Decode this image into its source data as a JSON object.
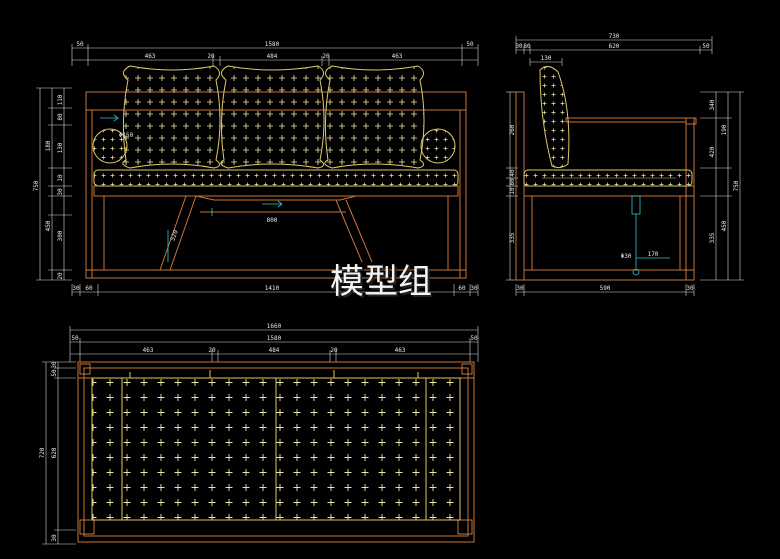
{
  "watermark": "模型组",
  "colors": {
    "background": "#000000",
    "frame": "#c8743a",
    "cushion": "#e0c86a",
    "pattern": "#f0e4a8",
    "dimension": "#d9d9d9",
    "accent": "#2ec4d6"
  },
  "front_view": {
    "top_dims": {
      "overall": "1580",
      "left_margin": "50",
      "right_margin": "50",
      "seg1": "463",
      "gap1": "20",
      "seg2": "484",
      "gap2": "20",
      "seg3": "463"
    },
    "left_dims": [
      "110",
      "80",
      "180",
      "130",
      "10",
      "750",
      "30",
      "450",
      "300",
      "20"
    ],
    "inner_labels": [
      "Φ150",
      "800",
      "520"
    ],
    "bottom_dims": {
      "left_a": "30",
      "left_b": "60",
      "middle": "1410",
      "right_b": "60",
      "right_a": "30"
    }
  },
  "side_view": {
    "top_dims": {
      "overall": "730",
      "left_a": "30",
      "left_b": "80",
      "middle": "620",
      "right": "50",
      "cushion": "130"
    },
    "left_dims": [
      "260",
      "40",
      "80",
      "10",
      "335"
    ],
    "right_dims": [
      "340",
      "190",
      "420",
      "750",
      "450",
      "335"
    ],
    "inner_labels": [
      "Φ30",
      "170"
    ],
    "bottom_dims": {
      "left": "30",
      "middle": "590",
      "right": "30"
    }
  },
  "plan_view": {
    "top_dims": {
      "overall": "1660",
      "inner": "1580",
      "left_margin": "50",
      "right_margin": "50",
      "seg1": "463",
      "gap1": "20",
      "seg2": "484",
      "gap2": "20",
      "seg3": "463"
    },
    "left_dims": [
      "30",
      "50",
      "720",
      "620",
      "30"
    ]
  }
}
